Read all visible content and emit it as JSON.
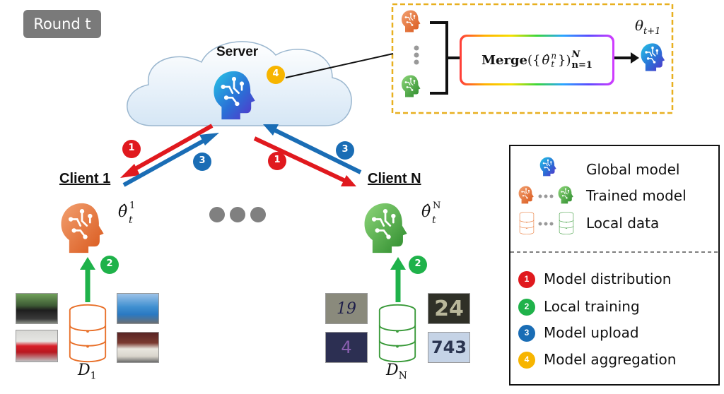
{
  "round_label": "Round t",
  "server": {
    "label": "Server"
  },
  "aggregation": {
    "merge_text": "Merge",
    "set_open": "({",
    "set_theta": "θ̂",
    "set_sub": "t",
    "set_sup": "n",
    "set_close": "})",
    "set_upper": "N",
    "set_lower": "n=1",
    "next_theta": "θ",
    "next_sub": "t+1"
  },
  "client1": {
    "label": "Client 1",
    "theta": "θ̂",
    "theta_sub": "t",
    "theta_sup": "1",
    "data_letter": "D",
    "data_sub": "1"
  },
  "clientN": {
    "label": "Client N",
    "theta": "θ̂",
    "theta_sub": "t",
    "theta_sup": "N",
    "data_letter": "D",
    "data_sub": "N",
    "digits": [
      "19",
      "24",
      "4",
      "743"
    ]
  },
  "steps": {
    "one": "1",
    "two": "2",
    "three": "3",
    "four": "4"
  },
  "legend": {
    "global_model": "Global model",
    "trained_model": "Trained model",
    "local_data": "Local data",
    "model_distribution": "Model distribution",
    "local_training": "Local training",
    "model_upload": "Model upload",
    "model_aggregation": "Model aggregation"
  },
  "colors": {
    "red": "#e0191e",
    "green": "#1fb24a",
    "blue": "#1a6db5",
    "yellow": "#f7b500",
    "orange": "#e8702a",
    "dark_green": "#3a9a3a",
    "cyan": "#25b3d8"
  }
}
